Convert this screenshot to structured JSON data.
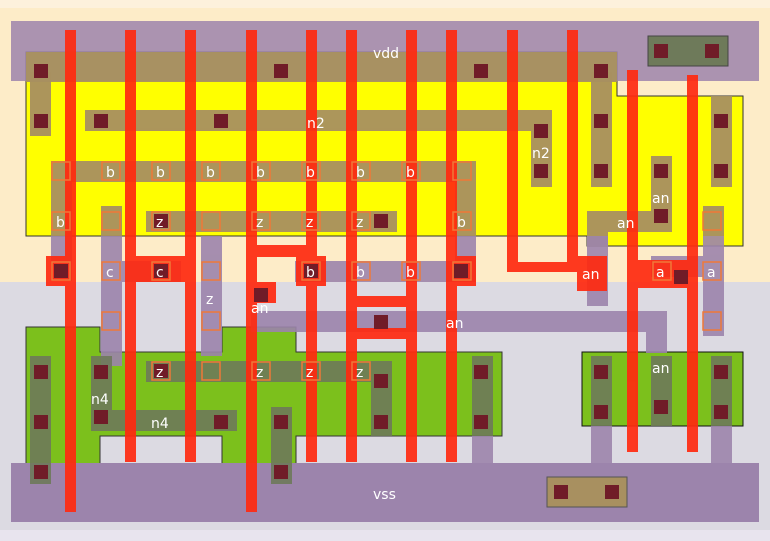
{
  "title": "Standard cell layout",
  "colors": {
    "nwell_bg": "#fdecc8",
    "pwell_bg": "#dcdae2",
    "pdiff": "#ffff00",
    "ndiff": "#7cc01c",
    "metal1": "#9c84ac",
    "poly": "#ff2a10",
    "contact": "#701c28",
    "via_outline": "#f07838",
    "diffusion_contact": "#a89060",
    "tap_n": "#6e7a5a",
    "tap_p": "#a89060",
    "label": "#ffffff"
  },
  "rails": {
    "vdd": "vdd",
    "vss": "vss"
  },
  "nets": {
    "n2_a": "n2",
    "n2_b": "n2",
    "n4_a": "n4",
    "n4_b": "n4",
    "an": [
      "an",
      "an",
      "an",
      "an",
      "an",
      "an"
    ],
    "z_mid": "z"
  },
  "pins_b_row1": [
    "b",
    "b",
    "b",
    "b",
    "b",
    "b",
    "b"
  ],
  "pin_b_left": "b",
  "pin_b_right": "b",
  "pins_z_row2": [
    "z",
    "z",
    "z",
    "z"
  ],
  "pins_c": [
    "c",
    "c"
  ],
  "pins_b_row3": [
    "b",
    "b",
    "b"
  ],
  "pins_a": [
    "a",
    "a"
  ],
  "pins_z_ndiff": [
    "z",
    "z",
    "z",
    "z"
  ]
}
